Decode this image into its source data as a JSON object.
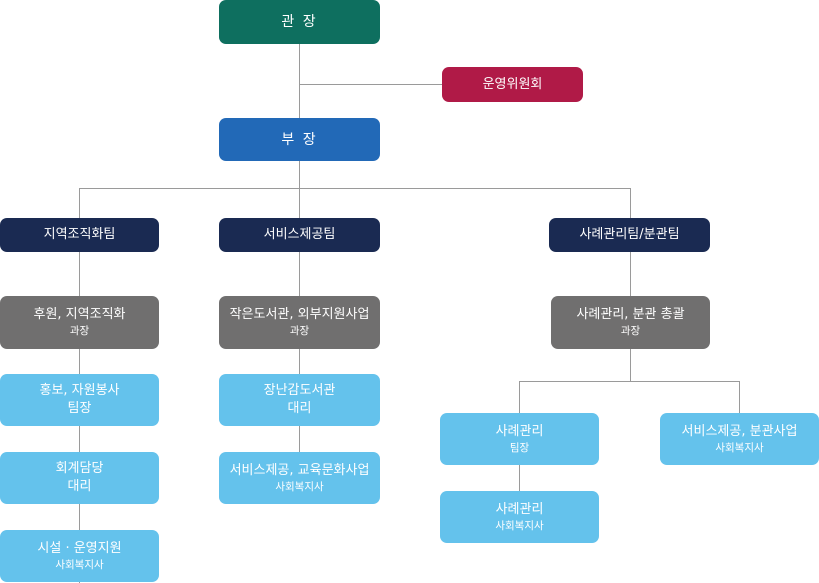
{
  "director": "관 장",
  "committee": "운영위원회",
  "deputy": "부 장",
  "teams": [
    {
      "name": "지역조직화팀",
      "lead": {
        "title": "후원, 지역조직화",
        "role": "과장"
      },
      "members": [
        {
          "title": "홍보, 자원봉사",
          "role": "팀장"
        },
        {
          "title": "회계담당",
          "role": "대리"
        },
        {
          "title": "시설 · 운영지원",
          "role": "사회복지사"
        }
      ]
    },
    {
      "name": "서비스제공팀",
      "lead": {
        "title": "작은도서관, 외부지원사업",
        "role": "과장"
      },
      "members": [
        {
          "title": "장난감도서관",
          "role": "대리"
        },
        {
          "title": "서비스제공, 교육문화사업",
          "role": "사회복지사"
        }
      ]
    },
    {
      "name": "사례관리팀/분관팀",
      "lead": {
        "title": "사례관리, 분관 총괄",
        "role": "과장"
      },
      "members": [
        {
          "title": "사례관리",
          "role": "팀장"
        },
        {
          "title": "사례관리",
          "role": "사회복지사"
        },
        {
          "title": "서비스제공, 분관사업",
          "role": "사회복지사"
        }
      ]
    }
  ],
  "colors": {
    "director": "#0e6f5f",
    "committee": "#b01a47",
    "deputy": "#2269b7",
    "team": "#1a2a52",
    "lead": "#706f6f",
    "member": "#64c2ec",
    "connector": "#9a9a9a"
  }
}
